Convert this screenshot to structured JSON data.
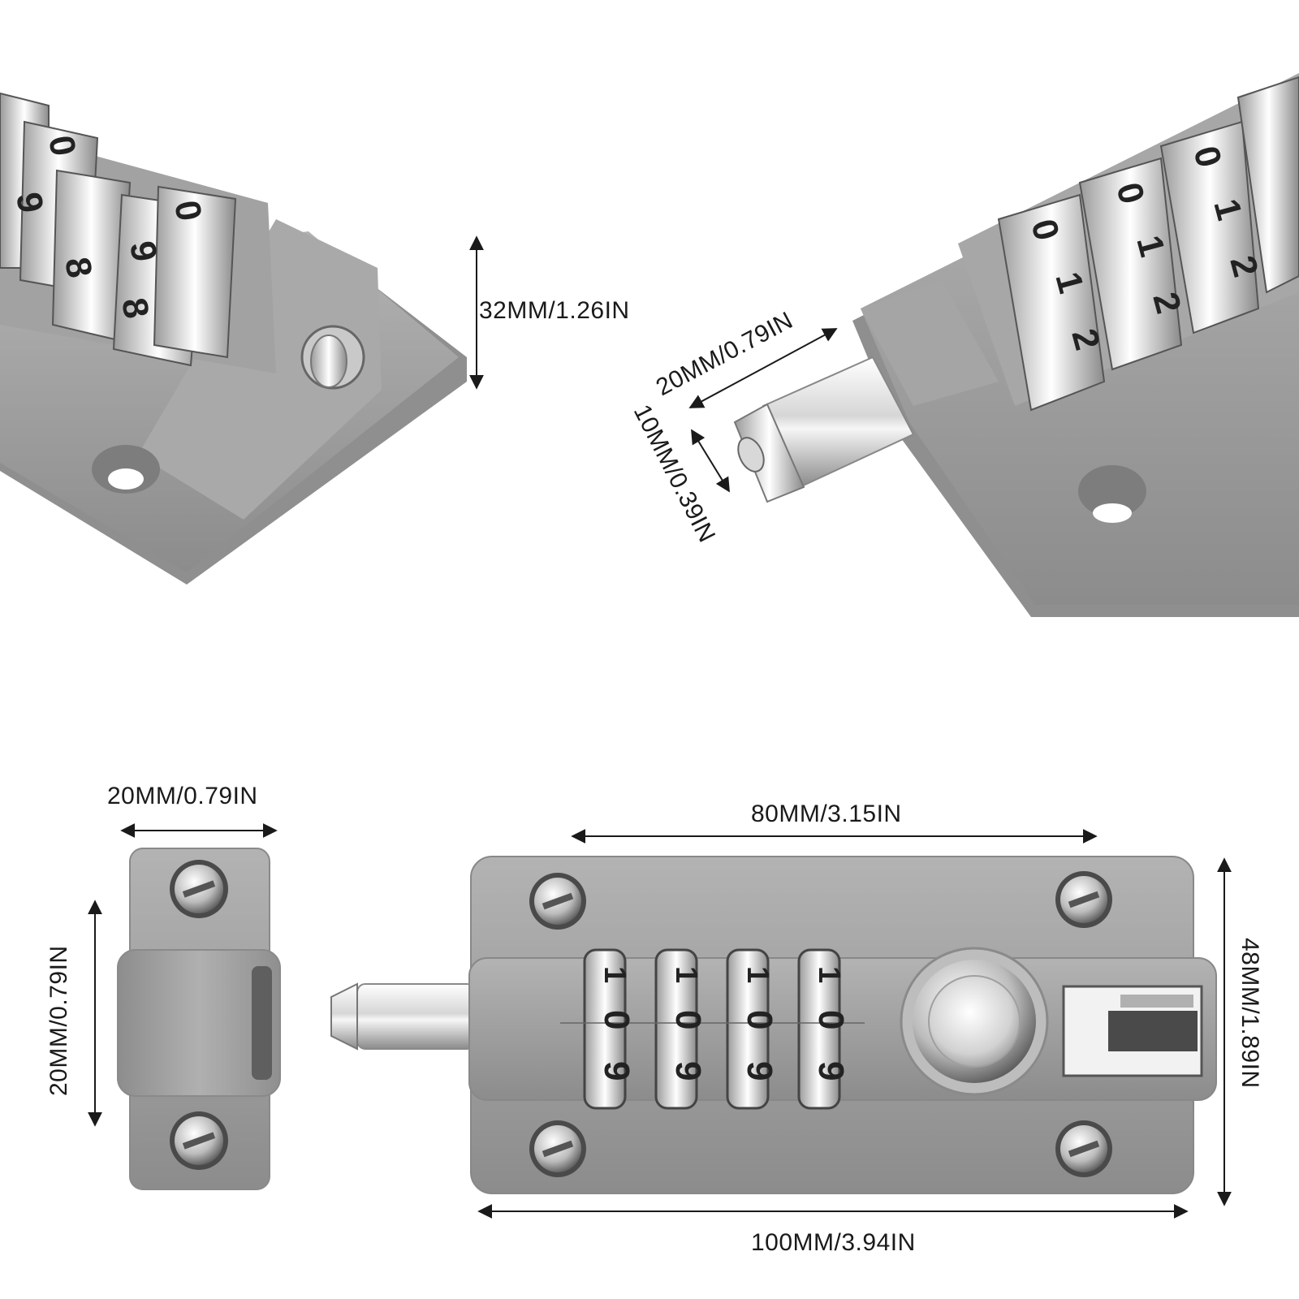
{
  "dimensions": {
    "top_left_height": "32MM/1.26IN",
    "top_right_bolt_length": "20MM/0.79IN",
    "top_right_bolt_diameter": "10MM/0.39IN",
    "keeper_width": "20MM/0.79IN",
    "keeper_height": "20MM/0.79IN",
    "lock_hole_spacing": "80MM/3.15IN",
    "lock_height": "48MM/1.89IN",
    "lock_length": "100MM/3.94IN"
  },
  "dial_digits": {
    "top_left": [
      "9",
      "0",
      "8"
    ],
    "top_right": [
      "0",
      "1",
      "2"
    ],
    "front": [
      "1",
      "0",
      "9"
    ]
  },
  "colors": {
    "body": "#9a9a9a",
    "body_dark": "#6f6f6f",
    "chrome": "#e4e4e4",
    "text": "#1a1a1a"
  },
  "icons": [
    "screw-icon",
    "dimension-arrow-icon",
    "combination-dial-icon",
    "push-button-icon",
    "bolt-icon"
  ]
}
